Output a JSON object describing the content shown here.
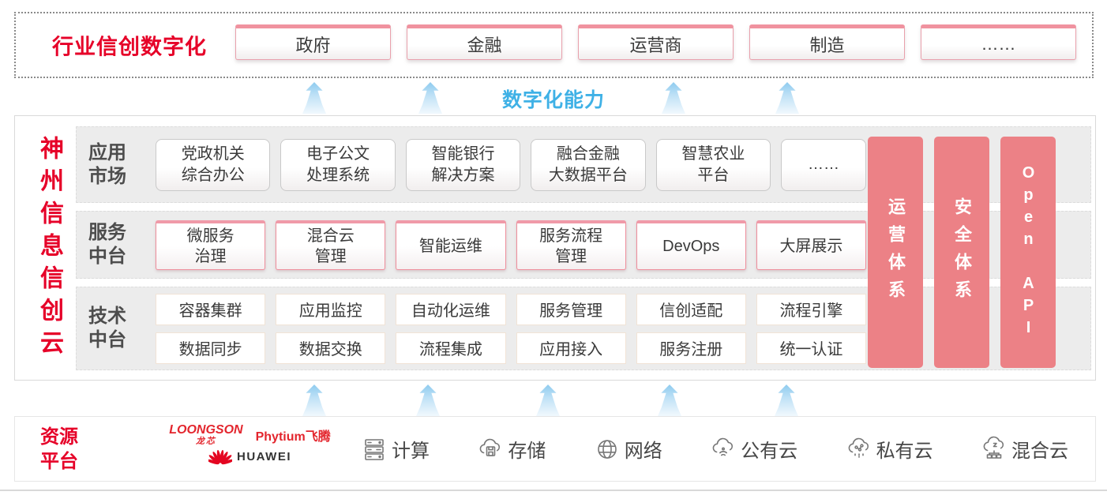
{
  "colors": {
    "brand_red": "#e60028",
    "pillar_pink": "#ec8186",
    "capability_blue": "#3fb1e6",
    "arrow_blue": "#a9d7f3",
    "panel_gray": "#ececec"
  },
  "top": {
    "title": "行业信创数字化",
    "industries": [
      "政府",
      "金融",
      "运营商",
      "制造",
      "……"
    ]
  },
  "capability": {
    "label": "数字化能力"
  },
  "main": {
    "side_title": "神州信息信创云",
    "app_row": {
      "label": "应用\n市场",
      "items": [
        "党政机关\n综合办公",
        "电子公文\n处理系统",
        "智能银行\n解决方案",
        "融合金融\n大数据平台",
        "智慧农业\n平台",
        "……"
      ]
    },
    "service_row": {
      "label": "服务\n中台",
      "items": [
        "微服务\n治理",
        "混合云\n管理",
        "智能运维",
        "服务流程\n管理",
        "DevOps",
        "大屏展示"
      ]
    },
    "tech_row": {
      "label": "技术\n中台",
      "items_top": [
        "容器集群",
        "应用监控",
        "自动化运维",
        "服务管理",
        "信创适配",
        "流程引擎"
      ],
      "items_bottom": [
        "数据同步",
        "数据交换",
        "流程集成",
        "应用接入",
        "服务注册",
        "统一认证"
      ]
    },
    "pillars": [
      "运营体系",
      "安全体系",
      "Open API"
    ]
  },
  "resource": {
    "title": "资源\n平台",
    "vendors": {
      "loongson": "LOONGSON",
      "loongson_zh": "龙芯",
      "phytium": "Phytium飞腾",
      "huawei": "HUAWEI"
    },
    "items": [
      {
        "icon": "compute-server-icon",
        "label": "计算"
      },
      {
        "icon": "storage-cloud-icon",
        "label": "存储"
      },
      {
        "icon": "network-globe-icon",
        "label": "网络"
      },
      {
        "icon": "public-cloud-icon",
        "label": "公有云"
      },
      {
        "icon": "private-cloud-icon",
        "label": "私有云"
      },
      {
        "icon": "hybrid-cloud-icon",
        "label": "混合云"
      }
    ]
  }
}
